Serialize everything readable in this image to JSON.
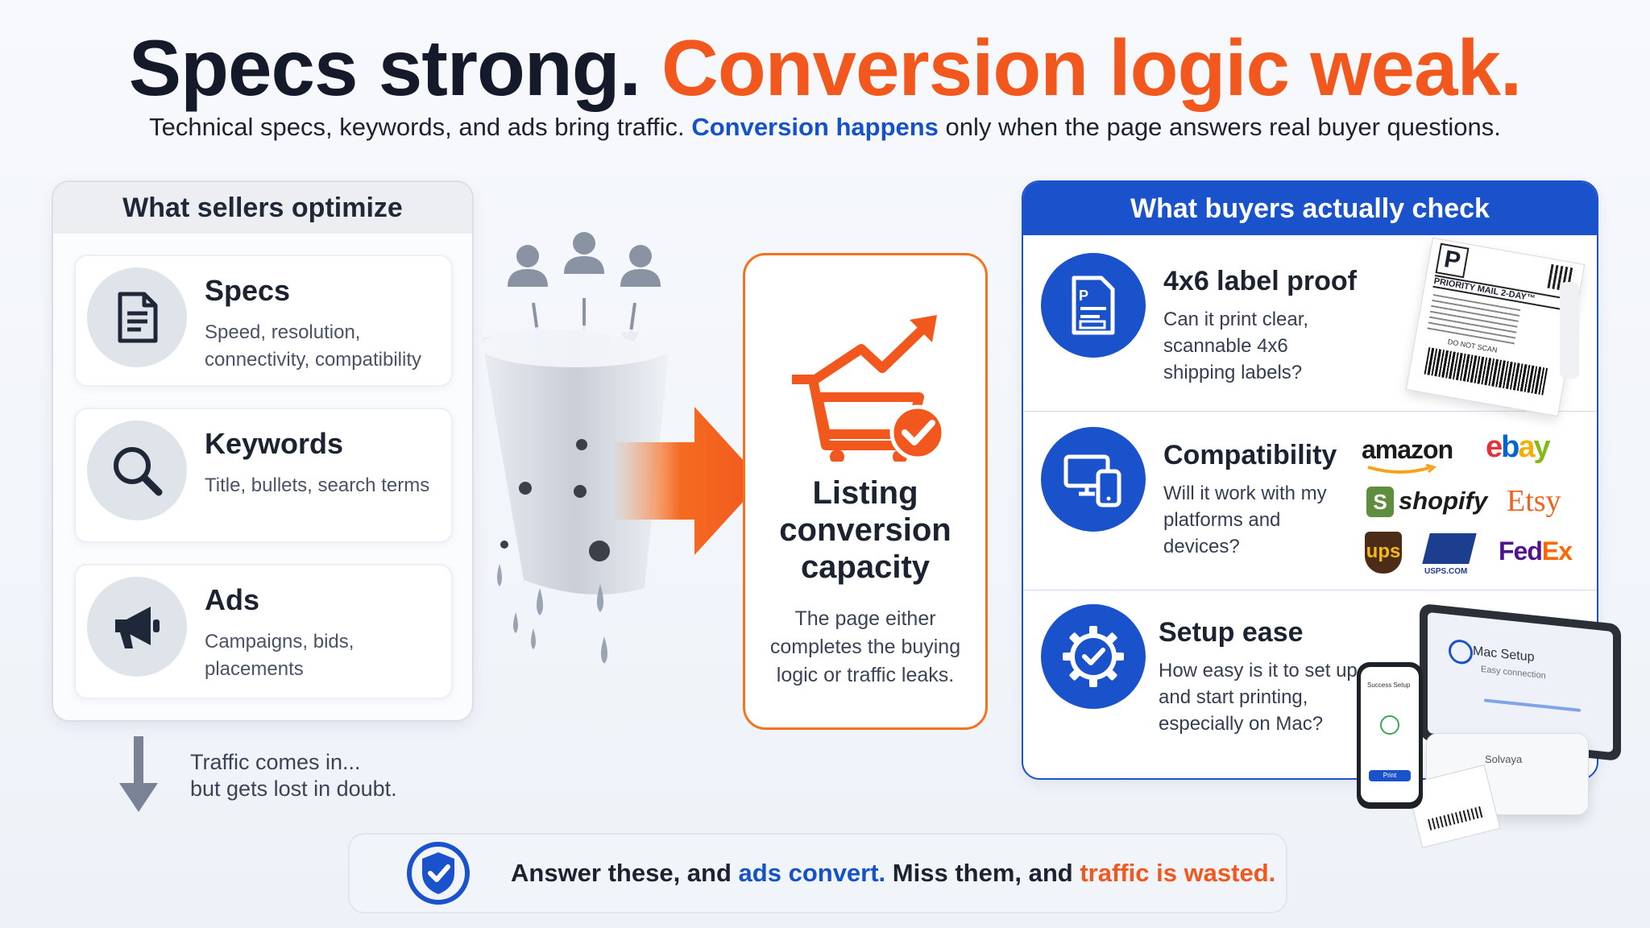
{
  "header": {
    "title_part1": "Specs strong.",
    "title_part2": "Conversion logic weak.",
    "subtitle_part1": "Technical specs, keywords, and ads bring traffic.",
    "subtitle_highlight": "Conversion happens",
    "subtitle_part2": "only when the page answers real buyer questions."
  },
  "sellers": {
    "heading": "What sellers optimize",
    "items": [
      {
        "title": "Specs",
        "desc": "Speed, resolution, connectivity, compatibility",
        "icon": "document-icon"
      },
      {
        "title": "Keywords",
        "desc": "Title, bullets, search terms",
        "icon": "magnifier-icon"
      },
      {
        "title": "Ads",
        "desc": "Campaigns, bids, placements",
        "icon": "megaphone-icon"
      }
    ],
    "traffic_line1": "Traffic comes in...",
    "traffic_line2": "but gets lost in doubt."
  },
  "center": {
    "title_line1": "Listing",
    "title_line2": "conversion",
    "title_line3": "capacity",
    "desc": "The page either completes the buying logic or traffic leaks."
  },
  "buyers": {
    "heading": "What buyers actually check",
    "items": [
      {
        "title": "4x6 label proof",
        "desc": "Can it print clear, scannable 4x6 shipping labels?",
        "icon": "label-document-icon"
      },
      {
        "title": "Compatibility",
        "desc": "Will it work with my platforms and devices?",
        "icon": "devices-icon"
      },
      {
        "title": "Setup ease",
        "desc": "How easy is it to set up and start printing, especially on Mac?",
        "icon": "gear-check-icon"
      }
    ],
    "label_image": {
      "badge": "P",
      "service": "PRIORITY MAIL 2-DAY™",
      "stamp": "DO NOT SCAN"
    },
    "logos": [
      "amazon",
      "ebay",
      "shopify",
      "Etsy",
      "ups",
      "USPS.COM",
      "FedEx"
    ],
    "setup_image": {
      "laptop_title": "Mac Setup",
      "laptop_sub": "Easy connection",
      "printer_brand": "Solvaya",
      "phone_button": "Print",
      "phone_title": "Success Setup"
    }
  },
  "banner": {
    "part1": "Answer these, and",
    "highlight1": "ads convert.",
    "part2": "Miss them, and",
    "highlight2": "traffic is wasted."
  },
  "colors": {
    "accent_orange": "#f2581d",
    "accent_blue": "#1a52cc",
    "text_dark": "#141a2a"
  }
}
